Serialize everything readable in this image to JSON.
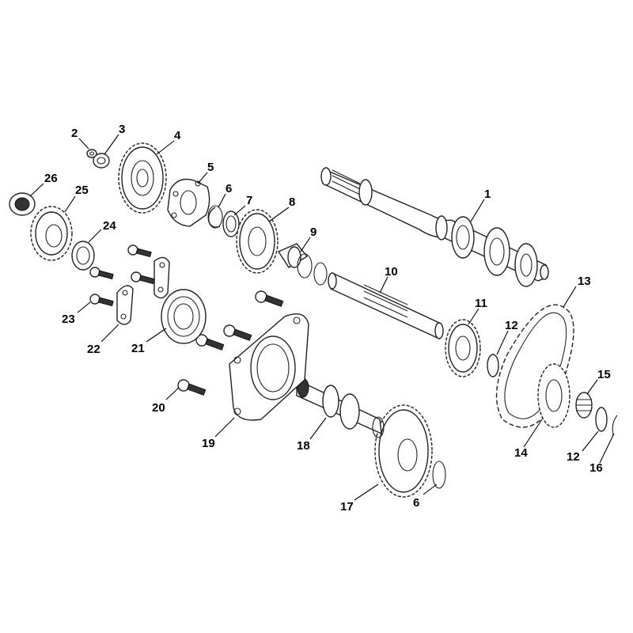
{
  "callouts": [
    {
      "id": "c1",
      "text": "1"
    },
    {
      "id": "c2",
      "text": "2"
    },
    {
      "id": "c3",
      "text": "3"
    },
    {
      "id": "c4",
      "text": "4"
    },
    {
      "id": "c5",
      "text": "5"
    },
    {
      "id": "c6a",
      "text": "6"
    },
    {
      "id": "c6b",
      "text": "6"
    },
    {
      "id": "c7",
      "text": "7"
    },
    {
      "id": "c8",
      "text": "8"
    },
    {
      "id": "c9",
      "text": "9"
    },
    {
      "id": "c10",
      "text": "10"
    },
    {
      "id": "c11",
      "text": "11"
    },
    {
      "id": "c12a",
      "text": "12"
    },
    {
      "id": "c12b",
      "text": "12"
    },
    {
      "id": "c13",
      "text": "13"
    },
    {
      "id": "c14",
      "text": "14"
    },
    {
      "id": "c15",
      "text": "15"
    },
    {
      "id": "c16",
      "text": "16"
    },
    {
      "id": "c17",
      "text": "17"
    },
    {
      "id": "c18",
      "text": "18"
    },
    {
      "id": "c19",
      "text": "19"
    },
    {
      "id": "c20",
      "text": "20"
    },
    {
      "id": "c21",
      "text": "21"
    },
    {
      "id": "c22",
      "text": "22"
    },
    {
      "id": "c23",
      "text": "23"
    },
    {
      "id": "c24",
      "text": "24"
    },
    {
      "id": "c25",
      "text": "25"
    },
    {
      "id": "c26",
      "text": "26"
    }
  ]
}
